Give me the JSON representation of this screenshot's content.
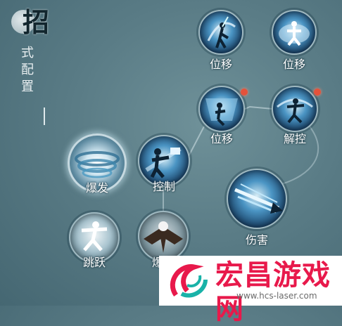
{
  "panel": {
    "title_main": "招",
    "title_sub": "式配置"
  },
  "skills": [
    {
      "id": "move-1",
      "label": "位移",
      "badge": false
    },
    {
      "id": "move-2",
      "label": "位移",
      "badge": false
    },
    {
      "id": "move-3",
      "label": "位移",
      "badge": true
    },
    {
      "id": "control-release",
      "label": "解控",
      "badge": true
    },
    {
      "id": "burst-1",
      "label": "爆发",
      "badge": false
    },
    {
      "id": "control",
      "label": "控制",
      "badge": false
    },
    {
      "id": "damage",
      "label": "伤害",
      "badge": false
    },
    {
      "id": "jump",
      "label": "跳跃",
      "badge": false
    },
    {
      "id": "burst-2",
      "label": "爆发",
      "badge": false
    }
  ],
  "watermark": {
    "title": "宏昌游戏网",
    "url": "www.hcs-laser.com"
  },
  "colors": {
    "badge": "#e4523b",
    "watermark_red": "#e8194b"
  }
}
